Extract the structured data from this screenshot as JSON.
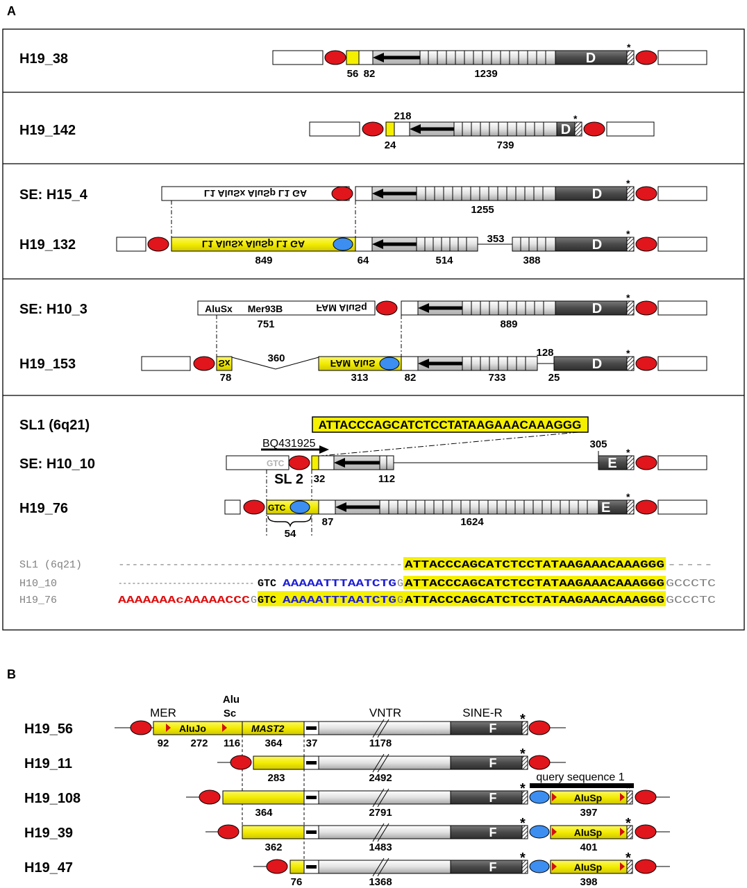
{
  "colors": {
    "yellow": "#f5f000",
    "red": "#e0161c",
    "blue": "#3c8ef0",
    "dark": "#4d4d4d",
    "grey": "#808080",
    "seqBlue": "#1f1fd6",
    "seqRed": "#e01010",
    "seqGrey": "#808080"
  },
  "panels": {
    "a": "A",
    "b": "B"
  },
  "rows": {
    "r1": {
      "label": "H19_38",
      "n1": "56",
      "n2": "82",
      "n3": "1239",
      "d": "D"
    },
    "r2": {
      "label": "H19_142",
      "n1": "218",
      "n2": "24",
      "n3": "739",
      "d": "D"
    },
    "r3": {
      "label": "SE: H15_4",
      "mirror": "L1  AluSx   AluSp  L1  GA",
      "n1": "1255",
      "d": "D"
    },
    "r4": {
      "label": "H19_132",
      "mirror": "L1  AluSx   AluSp  L1  GA",
      "n1": "849",
      "n2": "64",
      "n3": "514",
      "n4": "353",
      "n5": "388",
      "d": "D"
    },
    "r5": {
      "label": "SE: H10_3",
      "a": "AluSx",
      "b": "Mer93B",
      "mirror": "FAM AluSq",
      "n1": "751",
      "n2": "889",
      "d": "D"
    },
    "r6": {
      "label": "H19_153",
      "sx": "Sx",
      "mirror": "FAM AluS",
      "n1": "78",
      "n2": "360",
      "n3": "313",
      "n4": "82",
      "n5": "733",
      "n6": "128",
      "n7": "25",
      "d": "D"
    },
    "r7": {
      "label": "SL1 (6q21)",
      "seq": "ATTACCCAGCATCTCCTATAAGAAACAAAGGG"
    },
    "r8": {
      "label": "SE: H10_10",
      "bq": "BQ431925",
      "gtc": "GTC",
      "sl2": "SL 2",
      "n1": "305",
      "n2": "32",
      "n3": "112",
      "e": "E"
    },
    "r9": {
      "label": "H19_76",
      "gtc": "GTC",
      "n1": "87",
      "n2": "1624",
      "n3": "54",
      "e": "E"
    }
  },
  "alignment": [
    {
      "name": "SL1 (6q21)",
      "prefix": "",
      "grey1": "------------------------------------------",
      "blue": "",
      "g": "",
      "yellow": "ATTACCCAGCATCTCCTATAAGAAACAAAGGG",
      "tail": "-----"
    },
    {
      "name": "H10_10",
      "prefix": "",
      "grey1": "------------------------------",
      "gtc": "GTC",
      "blue": "AAAAATTTAATCTG",
      "g": "G",
      "yellow": "ATTACCCAGCATCTCCTATAAGAAACAAAGGG",
      "tail": "GCCCTC"
    },
    {
      "name": "H19_76",
      "prefix": "AAAAAAAcAAAAACCC",
      "grey1": "G",
      "gtc": "GTC",
      "blue": "AAAAATTTAATCTG",
      "g": "G",
      "yellow": "ATTACCCAGCATCTCCTATAAGAAACAAAGGG",
      "tail": "GCCCTC"
    }
  ],
  "panelB": {
    "headers": {
      "mer": "MER",
      "alu": "Alu",
      "sc": "Sc",
      "vntr": "VNTR",
      "siner": "SINE-R",
      "query": "query sequence 1"
    },
    "rows": [
      {
        "label": "H19_56",
        "alujo": "AluJo",
        "mast2": "MAST2",
        "f": "F",
        "nums": [
          "92",
          "272",
          "116",
          "364",
          "37",
          "1178"
        ]
      },
      {
        "label": "H19_11",
        "f": "F",
        "nums": [
          "283",
          "2492"
        ]
      },
      {
        "label": "H19_108",
        "f": "F",
        "alusp": "AluSp",
        "nums": [
          "364",
          "2791",
          "397"
        ]
      },
      {
        "label": "H19_39",
        "f": "F",
        "alusp": "AluSp",
        "nums": [
          "362",
          "1483",
          "401"
        ]
      },
      {
        "label": "H19_47",
        "f": "F",
        "alusp": "AluSp",
        "nums": [
          "76",
          "1368",
          "398"
        ]
      }
    ],
    "star": "*"
  }
}
